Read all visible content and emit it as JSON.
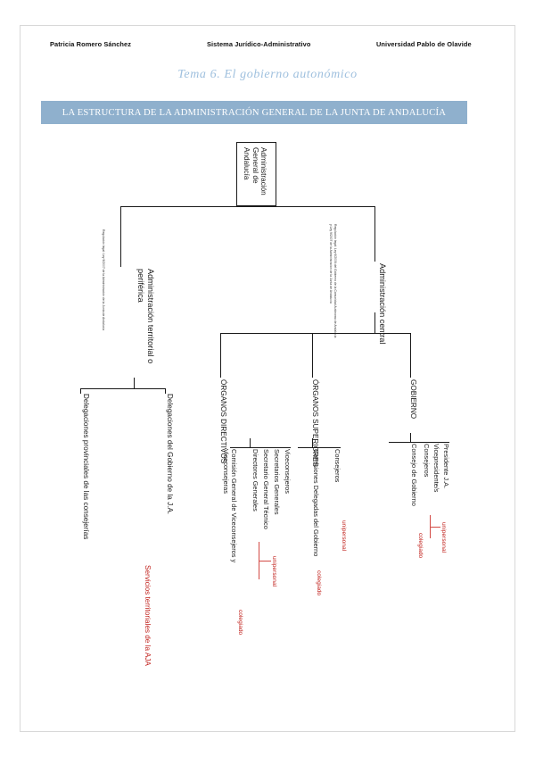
{
  "document": {
    "header": {
      "author": "Patricia Romero Sánchez",
      "subject": "Sistema Jurídico-Administrativo",
      "institution": "Universidad Pablo de Olavide"
    },
    "topic": "Tema 6. El gobierno autonómico",
    "title": "LA ESTRUCTURA DE LA ADMINISTRACIÓN GENERAL DE LA JUNTA DE ANDALUCÍA",
    "accent_color": "#8fb0cd",
    "topic_color": "#9fc0de",
    "annotation_color": "#c0201b"
  },
  "diagram": {
    "root": "Administración General de Andalucía",
    "branches": {
      "territorial": {
        "label": "Administración territorial o periférica",
        "note": "Regulación legal: Ley 9/2007 de la Administración de la Junta de Andalucía",
        "children": [
          "Delegaciones del Gobierno de la J.A.",
          "Delegaciones provinciales de las consejerías"
        ],
        "annotation": "Servicios territoriales de la AJA"
      },
      "central": {
        "label": "Administración central",
        "note": "Regulación legal: Ley 6/2006 del Gobierno de la Comunidad Autónoma de Andalucía y Ley 9/2007 de la Administración de la Junta de Andalucía",
        "groups": [
          {
            "name": "ÓRGANOS DIRECTIVOS",
            "items": [
              "Viceconsejeros",
              "Secretarios Generales",
              "Secretario General Técnico",
              "Directores Generales"
            ],
            "extra_item": "Comisión General de Viceconsejeros y Viceconsejeras",
            "annotation_items": "unipersonal",
            "annotation_extra": "colegiado"
          },
          {
            "name": "ÓRGANOS SUPERIORES",
            "items": [
              "Consejeros",
              "Comisiones Delegadas del Gobierno"
            ],
            "annotation_items": "unipersonal",
            "annotation_extra": "colegiado"
          },
          {
            "name": "GOBIERNO",
            "items": [
              "Presidente J.A.",
              "Vicepresidente/s",
              "Consejeros",
              "Consejo de Gobierno"
            ],
            "annotation_items": "unipersonal",
            "annotation_extra": "colegiado"
          }
        ]
      }
    }
  }
}
